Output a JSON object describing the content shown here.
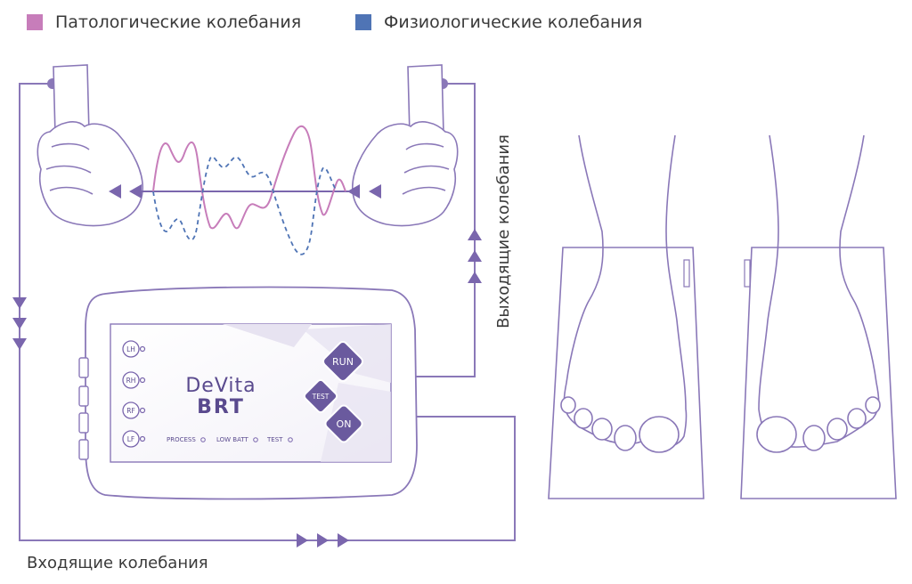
{
  "legend": {
    "pathological": {
      "label": "Патологические колебания",
      "color": "#c77dba"
    },
    "physiological": {
      "label": "Физиологические колебания",
      "color": "#4f74b5"
    }
  },
  "labels": {
    "outgoing": "Выходящие колебания",
    "incoming": "Входящие колебания"
  },
  "device": {
    "brand_line1": "DeVita",
    "brand_line2": "BRT",
    "ports": [
      "LH",
      "RH",
      "RF",
      "LF"
    ],
    "indicators": [
      "PROCESS",
      "LOW BATT",
      "TEST"
    ],
    "buttons": {
      "run": "RUN",
      "test": "TEST",
      "on": "ON"
    }
  },
  "colors": {
    "line": "#8a78b8",
    "accent": "#7a66ad",
    "button": "#6a5a9e"
  }
}
